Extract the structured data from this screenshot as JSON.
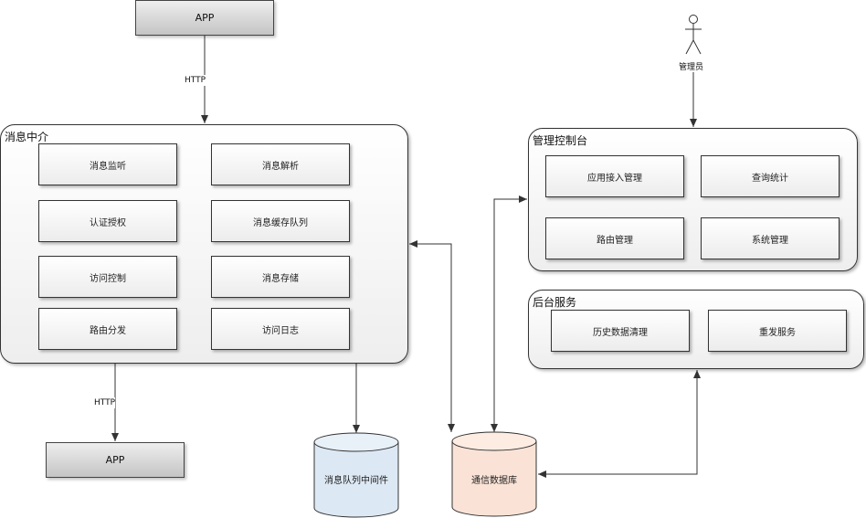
{
  "apps": {
    "top": "APP",
    "bottom": "APP"
  },
  "edge_labels": {
    "top_http": "HTTP",
    "bottom_http": "HTTP"
  },
  "broker": {
    "title": "消息中介",
    "items": [
      "消息监听",
      "消息解析",
      "认证授权",
      "消息缓存队列",
      "访问控制",
      "消息存储",
      "路由分发",
      "访问日志"
    ]
  },
  "console": {
    "title": "管理控制台",
    "items": [
      "应用接入管理",
      "查询统计",
      "路由管理",
      "系统管理"
    ]
  },
  "backend": {
    "title": "后台服务",
    "items": [
      "历史数据清理",
      "重发服务"
    ]
  },
  "actor": {
    "label": "管理员"
  },
  "databases": {
    "mq": "消息队列中间件",
    "comm": "通信数据库"
  },
  "colors": {
    "mq_fill": "#dce8f4",
    "comm_fill": "#fae3d6",
    "line": "#333333"
  }
}
